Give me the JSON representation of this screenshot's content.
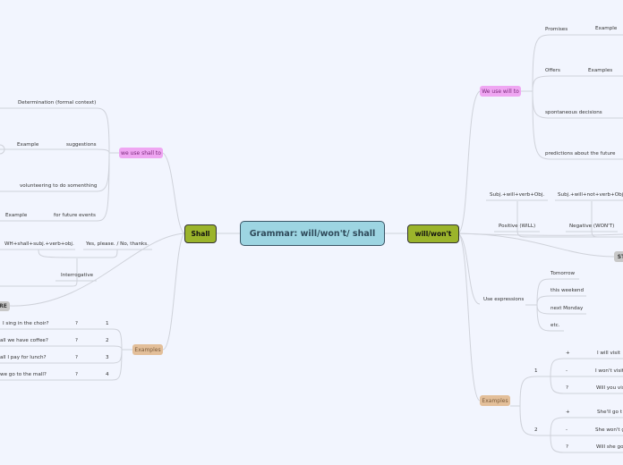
{
  "central": "Grammar: will/won't/ shall",
  "shall": {
    "label": "Shall",
    "uses": {
      "label": "we use shall to",
      "items": [
        "Determination (formal context)",
        "suggestions",
        "volunteering to do somenthing",
        "for future events"
      ],
      "example1": "Example",
      "example2": "Example"
    },
    "interrogative": {
      "label": "Interrogative",
      "structure": "WH+shall+subj.+verb+obj.",
      "answers": "Yes, please. / No, thanks."
    },
    "structure_tag": "RE",
    "examples": {
      "label": "Examples",
      "rows": [
        {
          "text": "I sing in the choir?",
          "mark": "?",
          "num": "1"
        },
        {
          "text": "all we have coffee?",
          "mark": "?",
          "num": "2"
        },
        {
          "text": "all I pay for lunch?",
          "mark": "?",
          "num": "3"
        },
        {
          "text": " we go to the mall?",
          "mark": "?",
          "num": "4"
        }
      ]
    }
  },
  "will": {
    "label": "will/won't",
    "uses": {
      "label": "We use will to",
      "promises": "Promises",
      "promises_example": "Example",
      "offers": "Offers",
      "offers_examples": "Examples",
      "spontaneous": "spontaneous decisions",
      "predictions": "predictions about the future"
    },
    "positive": {
      "label": "Positive (WILL)",
      "structure": "Subj.+will+verb+Obj."
    },
    "negative": {
      "label": "Negative (WON'T)",
      "structure": "Subj.+will+not+verb+Obj."
    },
    "structure_tag": "ST",
    "expressions": {
      "label": "Use expressions",
      "items": [
        "Tomorrow",
        "this weekend",
        "next Monday",
        "etc."
      ]
    },
    "examples": {
      "label": "Examples",
      "groups": [
        {
          "num": "1",
          "rows": [
            {
              "mark": "+",
              "text": "I will visit"
            },
            {
              "mark": "-",
              "text": "I won't visit"
            },
            {
              "mark": "?",
              "text": "Will you vis"
            }
          ]
        },
        {
          "num": "2",
          "rows": [
            {
              "mark": "+",
              "text": "She'll go t"
            },
            {
              "mark": "-",
              "text": "She won't g"
            },
            {
              "mark": "?",
              "text": "Will she go"
            }
          ]
        }
      ]
    }
  }
}
